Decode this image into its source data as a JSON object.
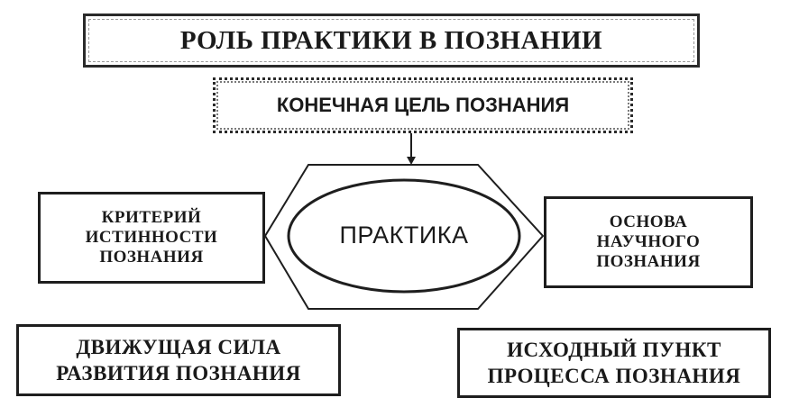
{
  "diagram": {
    "title": "РОЛЬ ПРАКТИКИ В ПОЗНАНИИ",
    "goal": "Конечная цель познания",
    "center": "ПРАКТИКА",
    "left_mid": [
      "КРИТЕРИЙ",
      "ИСТИННОСТИ",
      "ПОЗНАНИЯ"
    ],
    "right_mid": [
      "ОСНОВА",
      "НАУЧНОГО",
      "ПОЗНАНИЯ"
    ],
    "left_bottom": [
      "ДВИЖУЩАЯ СИЛА",
      "РАЗВИТИЯ ПОЗНАНИЯ"
    ],
    "right_bottom": [
      "ИСХОДНЫЙ ПУНКТ",
      "ПРОЦЕССА ПОЗНАНИЯ"
    ]
  }
}
